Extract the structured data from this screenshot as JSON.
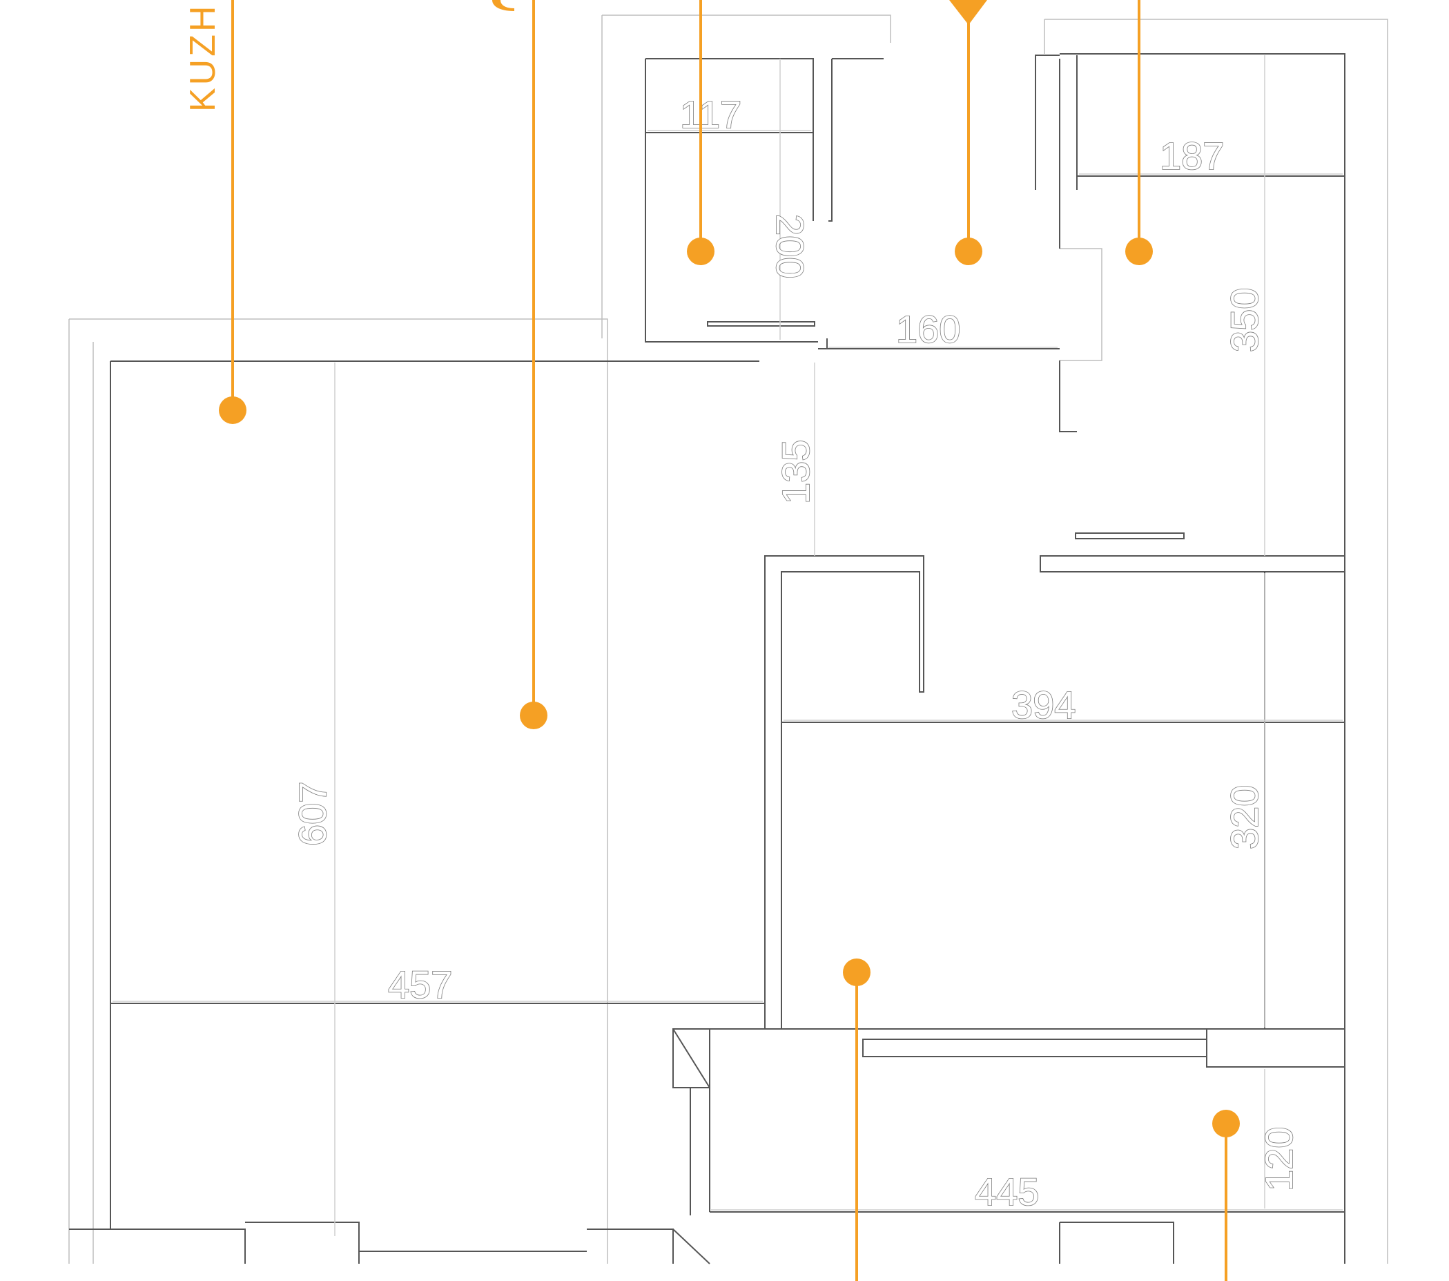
{
  "room_labels": {
    "kitchen": "KUZHIN"
  },
  "dimensions": {
    "d117": "117",
    "d200": "200",
    "d187": "187",
    "d350": "350",
    "d160": "160",
    "d135": "135",
    "d607": "607",
    "d394": "394",
    "d320": "320",
    "d457": "457",
    "d445": "445",
    "d120": "120"
  },
  "colors": {
    "accent": "#f5a024",
    "wall": "#555555",
    "dimension_text_outline": "#7a7a7a"
  }
}
